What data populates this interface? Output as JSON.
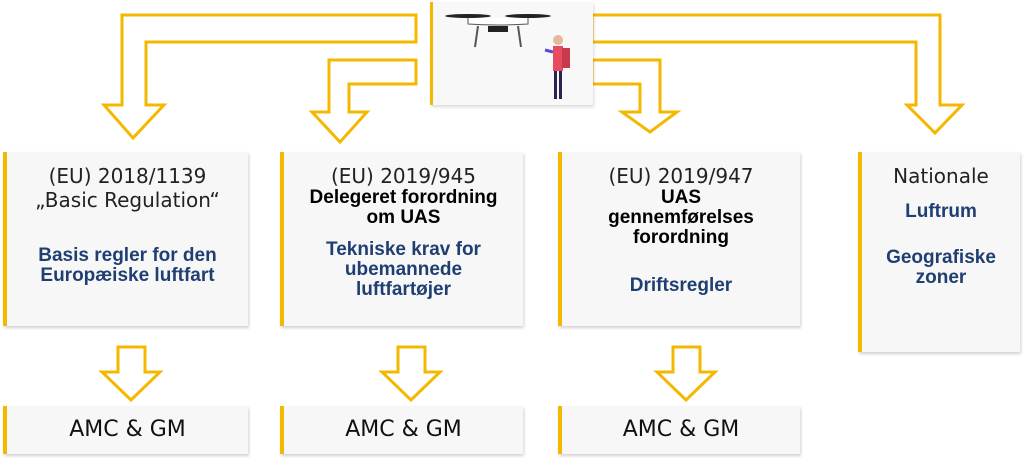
{
  "boxes": [
    {
      "code": "(EU) 2018/1139",
      "title": "„Basic Regulation“",
      "desc": "Basis regler for den Europæiske luftfart"
    },
    {
      "code": "(EU) 2019/945",
      "title": "Delegeret forordning om UAS",
      "desc": "Tekniske krav for ubemannede luftfartøjer"
    },
    {
      "code": "(EU) 2019/947",
      "title": "UAS gennemførelses forordning",
      "desc": "Driftsregler"
    },
    {
      "code": "Nationale",
      "desc": "Luftrum",
      "desc2": "Geografiske zoner"
    }
  ],
  "amc": [
    "AMC & GM",
    "AMC & GM",
    "AMC & GM"
  ],
  "colors": {
    "accent": "#f5b800",
    "desc": "#1f3f73"
  }
}
